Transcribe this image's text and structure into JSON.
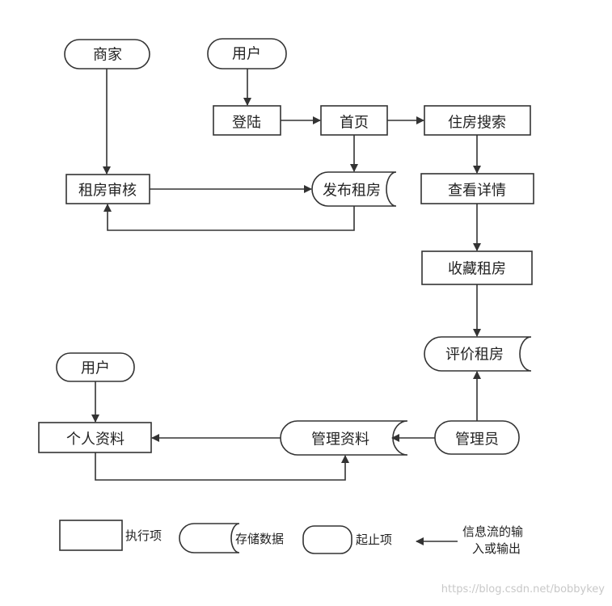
{
  "nodes": {
    "merchant": "商家",
    "user_top": "用户",
    "login": "登陆",
    "home": "首页",
    "housing_search": "住房搜索",
    "rental_review": "租房审核",
    "publish_rental": "发布租房",
    "view_details": "查看详情",
    "favorite_rental": "收藏租房",
    "rate_rental": "评价租房",
    "user_bottom": "用户",
    "personal_info": "个人资料",
    "manage_info": "管理资料",
    "administrator": "管理员"
  },
  "legend": {
    "execute_item": "执行项",
    "stored_data": "存储数据",
    "start_stop_item": "起止项",
    "info_flow_line1": "信息流的输",
    "info_flow_line2": "入或输出"
  },
  "watermark": "https://blog.csdn.net/bobbykey",
  "colors": {
    "stroke": "#333333",
    "text": "#222222",
    "watermark": "#c8c8c8"
  }
}
